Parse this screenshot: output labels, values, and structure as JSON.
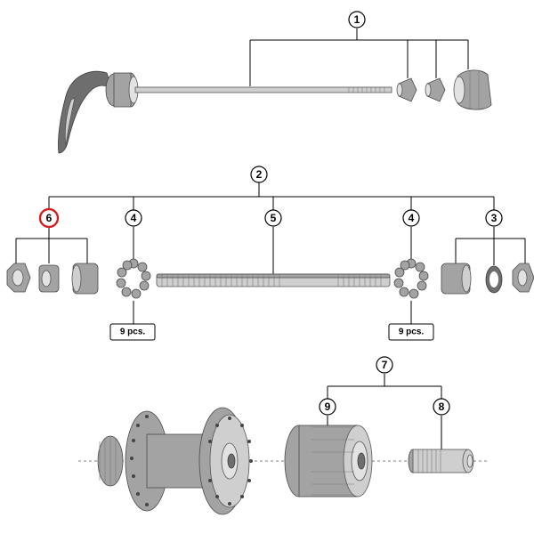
{
  "callouts": {
    "c1": "1",
    "c2": "2",
    "c3": "3",
    "c4a": "4",
    "c4b": "4",
    "c5": "5",
    "c6": "6",
    "c7": "7",
    "c8": "8",
    "c9": "9"
  },
  "quantities": {
    "left_balls": "9 pcs.",
    "right_balls": "9 pcs."
  },
  "colors": {
    "highlight": "#d02020",
    "part": "#a3a3a3"
  }
}
